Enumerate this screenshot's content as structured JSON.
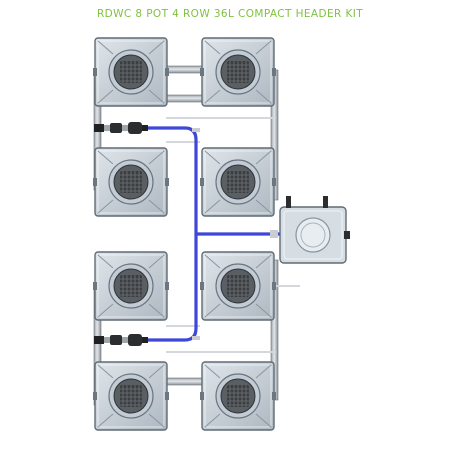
{
  "title": "RDWC 8 POT 4 ROW 36L COMPACT HEADER KIT",
  "colors": {
    "title": "#7fc241",
    "pot_body": "#c8d2db",
    "pot_edge": "#5f6b75",
    "pot_inner": "#aab6c0",
    "net_pot": "#3c3f42",
    "hose_blue": "#3f47d8",
    "pipe_grey": "#c9cdd1",
    "fitting_dark": "#2b2d2f",
    "tank_body": "#d6dde3"
  },
  "components": {
    "pot_count": 8,
    "row_count": 4,
    "header_tank": "header-tank",
    "pump_fittings": 2
  }
}
